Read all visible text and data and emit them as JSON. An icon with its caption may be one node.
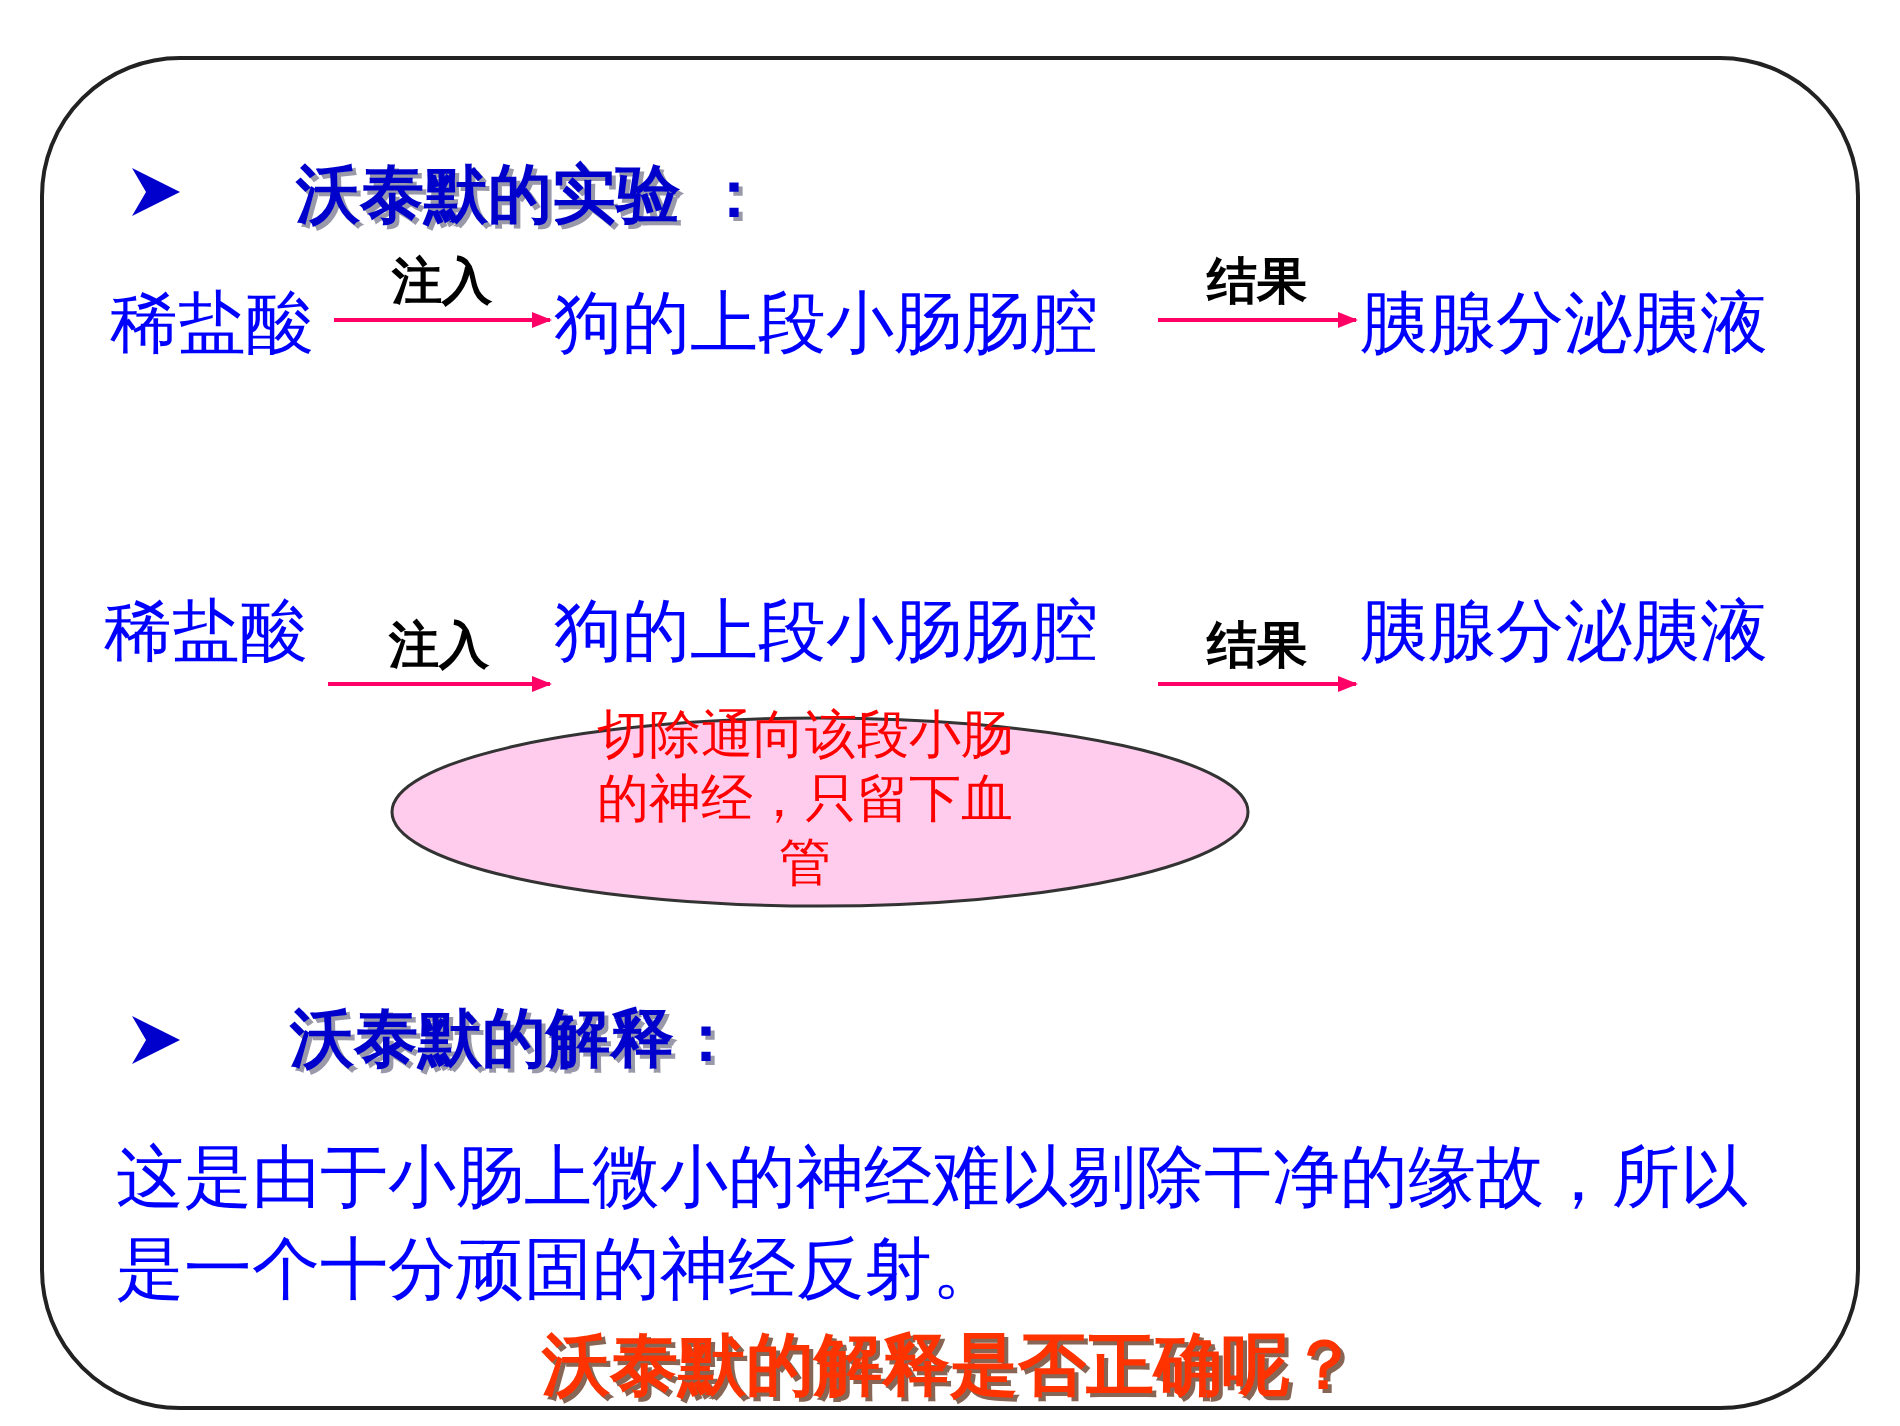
{
  "diagram": {
    "nodes": [
      {
        "text": [],
        "shape": "box"
      },
      {
        "text": [
          "稀盐酸"
        ],
        "in": 0
      },
      {
        "text": [
          "狗的上段小肠肠腔"
        ],
        "in": 0
      },
      {
        "text": [
          "胰腺分泌胰液"
        ],
        "in": 0
      },
      {
        "text": [
          "稀盐酸"
        ],
        "in": 0
      },
      {
        "text": [
          "狗的上段小肠肠腔"
        ],
        "in": 0
      },
      {
        "text": [
          "胰腺分泌胰液"
        ],
        "in": 0
      },
      {
        "text": [
          "切除通向该段小肠的神经，只留下血管"
        ],
        "in": 0
      }
    ],
    "edges": [
      {
        "from": 1,
        "to": 2,
        "arrow": "to",
        "label": "注入"
      },
      {
        "from": 2,
        "to": 3,
        "arrow": "to",
        "label": "结果"
      },
      {
        "from": 4,
        "to": 5,
        "arrow": "to",
        "label": "注入"
      },
      {
        "from": 5,
        "to": 6,
        "arrow": "to",
        "label": "结果"
      }
    ],
    "labels": [
      "沃泰默的实验 ：",
      "沃泰默的解释：",
      "这是由于小肠上微小的神经难以剔除干净的缘故，所以是一个十分顽固的神经反射。",
      "沃泰默的解释是否正确呢？"
    ]
  }
}
